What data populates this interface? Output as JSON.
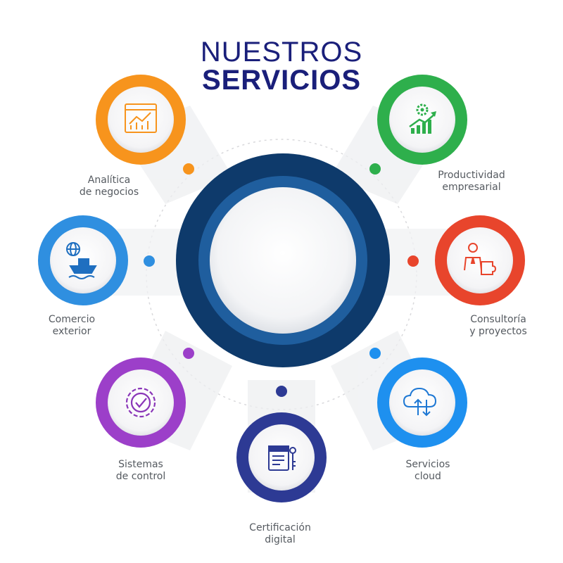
{
  "title": {
    "line1": "NUESTROS",
    "line2": "SERVICIOS"
  },
  "colors": {
    "title": "#1a1f7a",
    "hub_outer": "#0e3a6b",
    "hub_mid": "#1f5e9e"
  },
  "services": [
    {
      "id": "analitica",
      "label1": "Analítica",
      "label2": "de negocios",
      "color": "#f7941d",
      "dot": "#f7941d",
      "icon": "analytics-chart-icon"
    },
    {
      "id": "productividad",
      "label1": "Productividad",
      "label2": "empresarial",
      "color": "#2eaf4c",
      "dot": "#2eaf4c",
      "icon": "gear-growth-chart-icon"
    },
    {
      "id": "comercio",
      "label1": "Comercio",
      "label2": "exterior",
      "color": "#2f8fe0",
      "dot": "#2f8fe0",
      "icon": "globe-ship-icon"
    },
    {
      "id": "consultoria",
      "label1": "Consultoría",
      "label2": "y proyectos",
      "color": "#e8452c",
      "dot": "#e8452c",
      "icon": "consultant-puzzle-icon"
    },
    {
      "id": "sistemas",
      "label1": "Sistemas",
      "label2": "de control",
      "color": "#9c3fc9",
      "dot": "#9c3fc9",
      "icon": "gear-check-icon"
    },
    {
      "id": "cloud",
      "label1": "Servicios",
      "label2": "cloud",
      "color": "#1e90ef",
      "dot": "#1e90ef",
      "icon": "cloud-sync-icon"
    },
    {
      "id": "certificacion",
      "label1": "Certificación",
      "label2": "digital",
      "color": "#2d3a94",
      "dot": "#2d3a94",
      "icon": "certificate-key-icon"
    }
  ]
}
